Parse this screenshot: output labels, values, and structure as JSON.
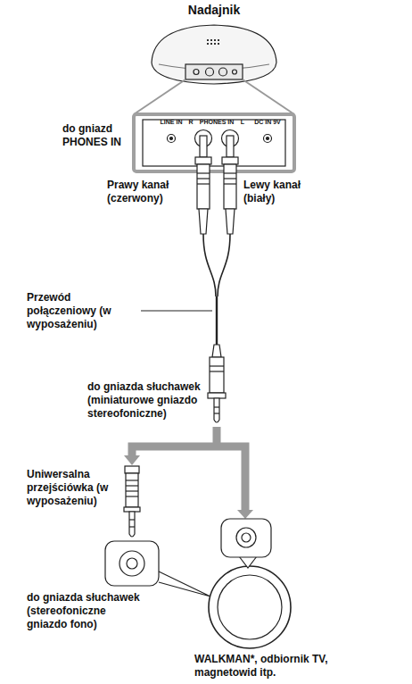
{
  "diagram": {
    "nodes": [
      {
        "text": [
          "LINE IN",
          "R",
          "PHONES IN",
          "L",
          "DC IN 9V"
        ]
      }
    ],
    "labels": [
      "Nadajnik",
      "do gniazd PHONES IN",
      "Prawy kanał (czerwony)",
      "Lewy kanał (biały)",
      "Przewód połączeniowy (w wyposażeniu)",
      "do gniazda słuchawek (miniaturowe gniazdo stereofoniczne)",
      "Uniwersalna przejściówka (w wyposażeniu)",
      "do gniazda słuchawek (stereofoniczne gniazdo fono)",
      "WALKMAN*, odbiornik TV, magnetowid itp."
    ]
  }
}
